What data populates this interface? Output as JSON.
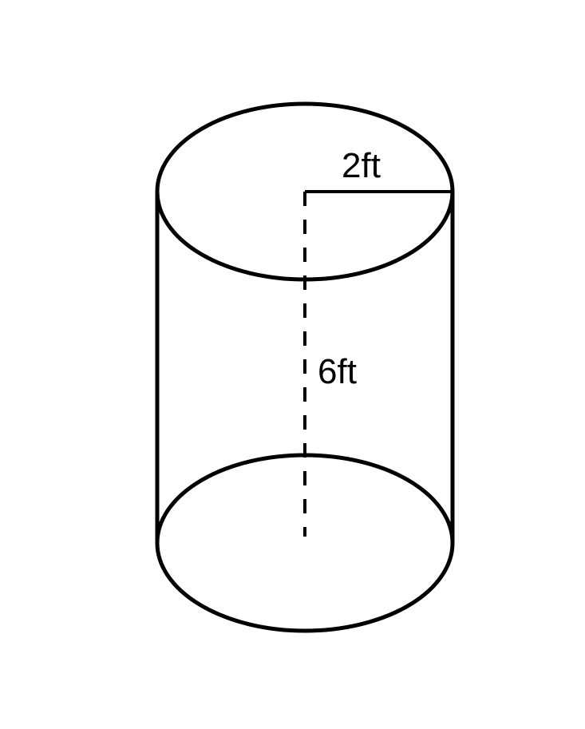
{
  "diagram": {
    "shape": "cylinder",
    "line_color": "#000000",
    "background": "#ffffff",
    "labels": {
      "radius": "2ft",
      "height": "6ft"
    }
  }
}
